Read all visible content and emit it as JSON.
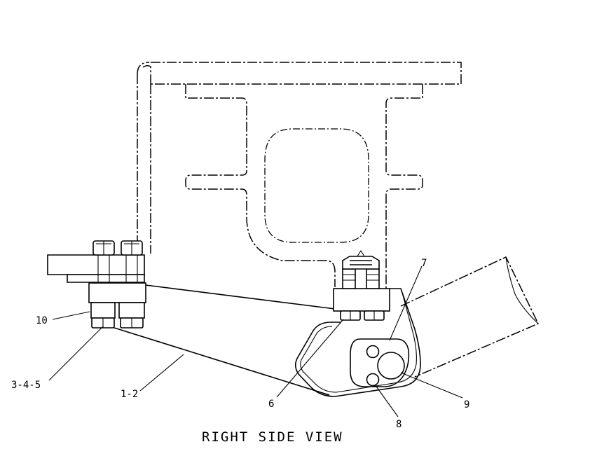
{
  "caption": "RIGHT SIDE VIEW",
  "callouts": {
    "c7": "7",
    "c10": "10",
    "c345": "3-4-5",
    "c12": "1-2",
    "c6": "6",
    "c8": "8",
    "c9": "9"
  }
}
